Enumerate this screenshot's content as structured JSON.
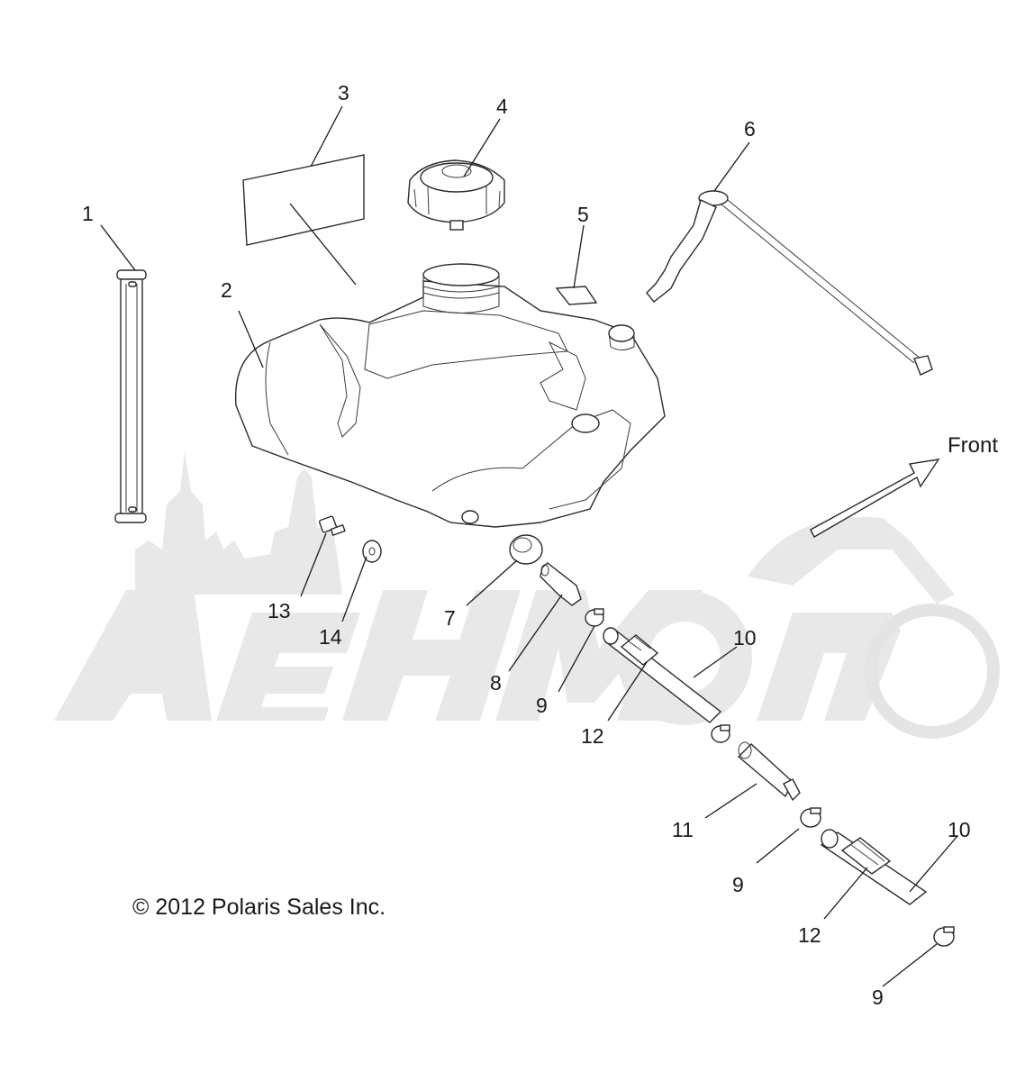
{
  "diagram": {
    "copyright": "© 2012 Polaris Sales Inc.",
    "front_label": "Front",
    "callouts": [
      {
        "id": "c1",
        "text": "1"
      },
      {
        "id": "c2",
        "text": "2"
      },
      {
        "id": "c3",
        "text": "3"
      },
      {
        "id": "c4",
        "text": "4"
      },
      {
        "id": "c5",
        "text": "5"
      },
      {
        "id": "c6",
        "text": "6"
      },
      {
        "id": "c7",
        "text": "7"
      },
      {
        "id": "c8",
        "text": "8"
      },
      {
        "id": "c9a",
        "text": "9"
      },
      {
        "id": "c9b",
        "text": "9"
      },
      {
        "id": "c9c",
        "text": "9"
      },
      {
        "id": "c10a",
        "text": "10"
      },
      {
        "id": "c10b",
        "text": "10"
      },
      {
        "id": "c11",
        "text": "11"
      },
      {
        "id": "c12a",
        "text": "12"
      },
      {
        "id": "c12b",
        "text": "12"
      },
      {
        "id": "c13",
        "text": "13"
      },
      {
        "id": "c14",
        "text": "14"
      }
    ]
  }
}
